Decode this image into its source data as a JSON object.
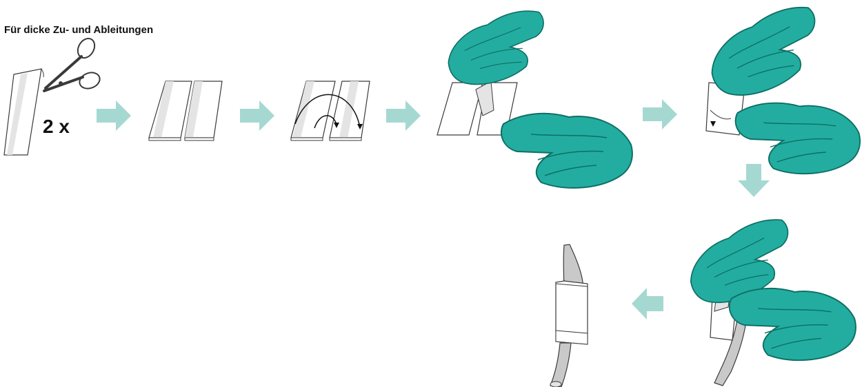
{
  "title": "Für dicke Zu- und Ableitungen",
  "count_label": "2 x",
  "colors": {
    "glove": "#22ADA0",
    "glove_shade": "#168C80",
    "arrow": "#A6D8D2",
    "outline": "#3A3A3A",
    "strip_fill": "#FFFFFF",
    "strip_band": "#E4E4E4",
    "tube": "#C9C9C9"
  },
  "steps": [
    {
      "name": "cut-strip",
      "icon": "scissors-icon"
    },
    {
      "name": "two-strips"
    },
    {
      "name": "fold-strips"
    },
    {
      "name": "peel-backing",
      "icon": "hand-icon"
    },
    {
      "name": "press-together",
      "icon": "hand-icon"
    },
    {
      "name": "wrap-tube",
      "icon": "hand-icon"
    },
    {
      "name": "finished-fixation",
      "icon": "tube-icon"
    }
  ]
}
